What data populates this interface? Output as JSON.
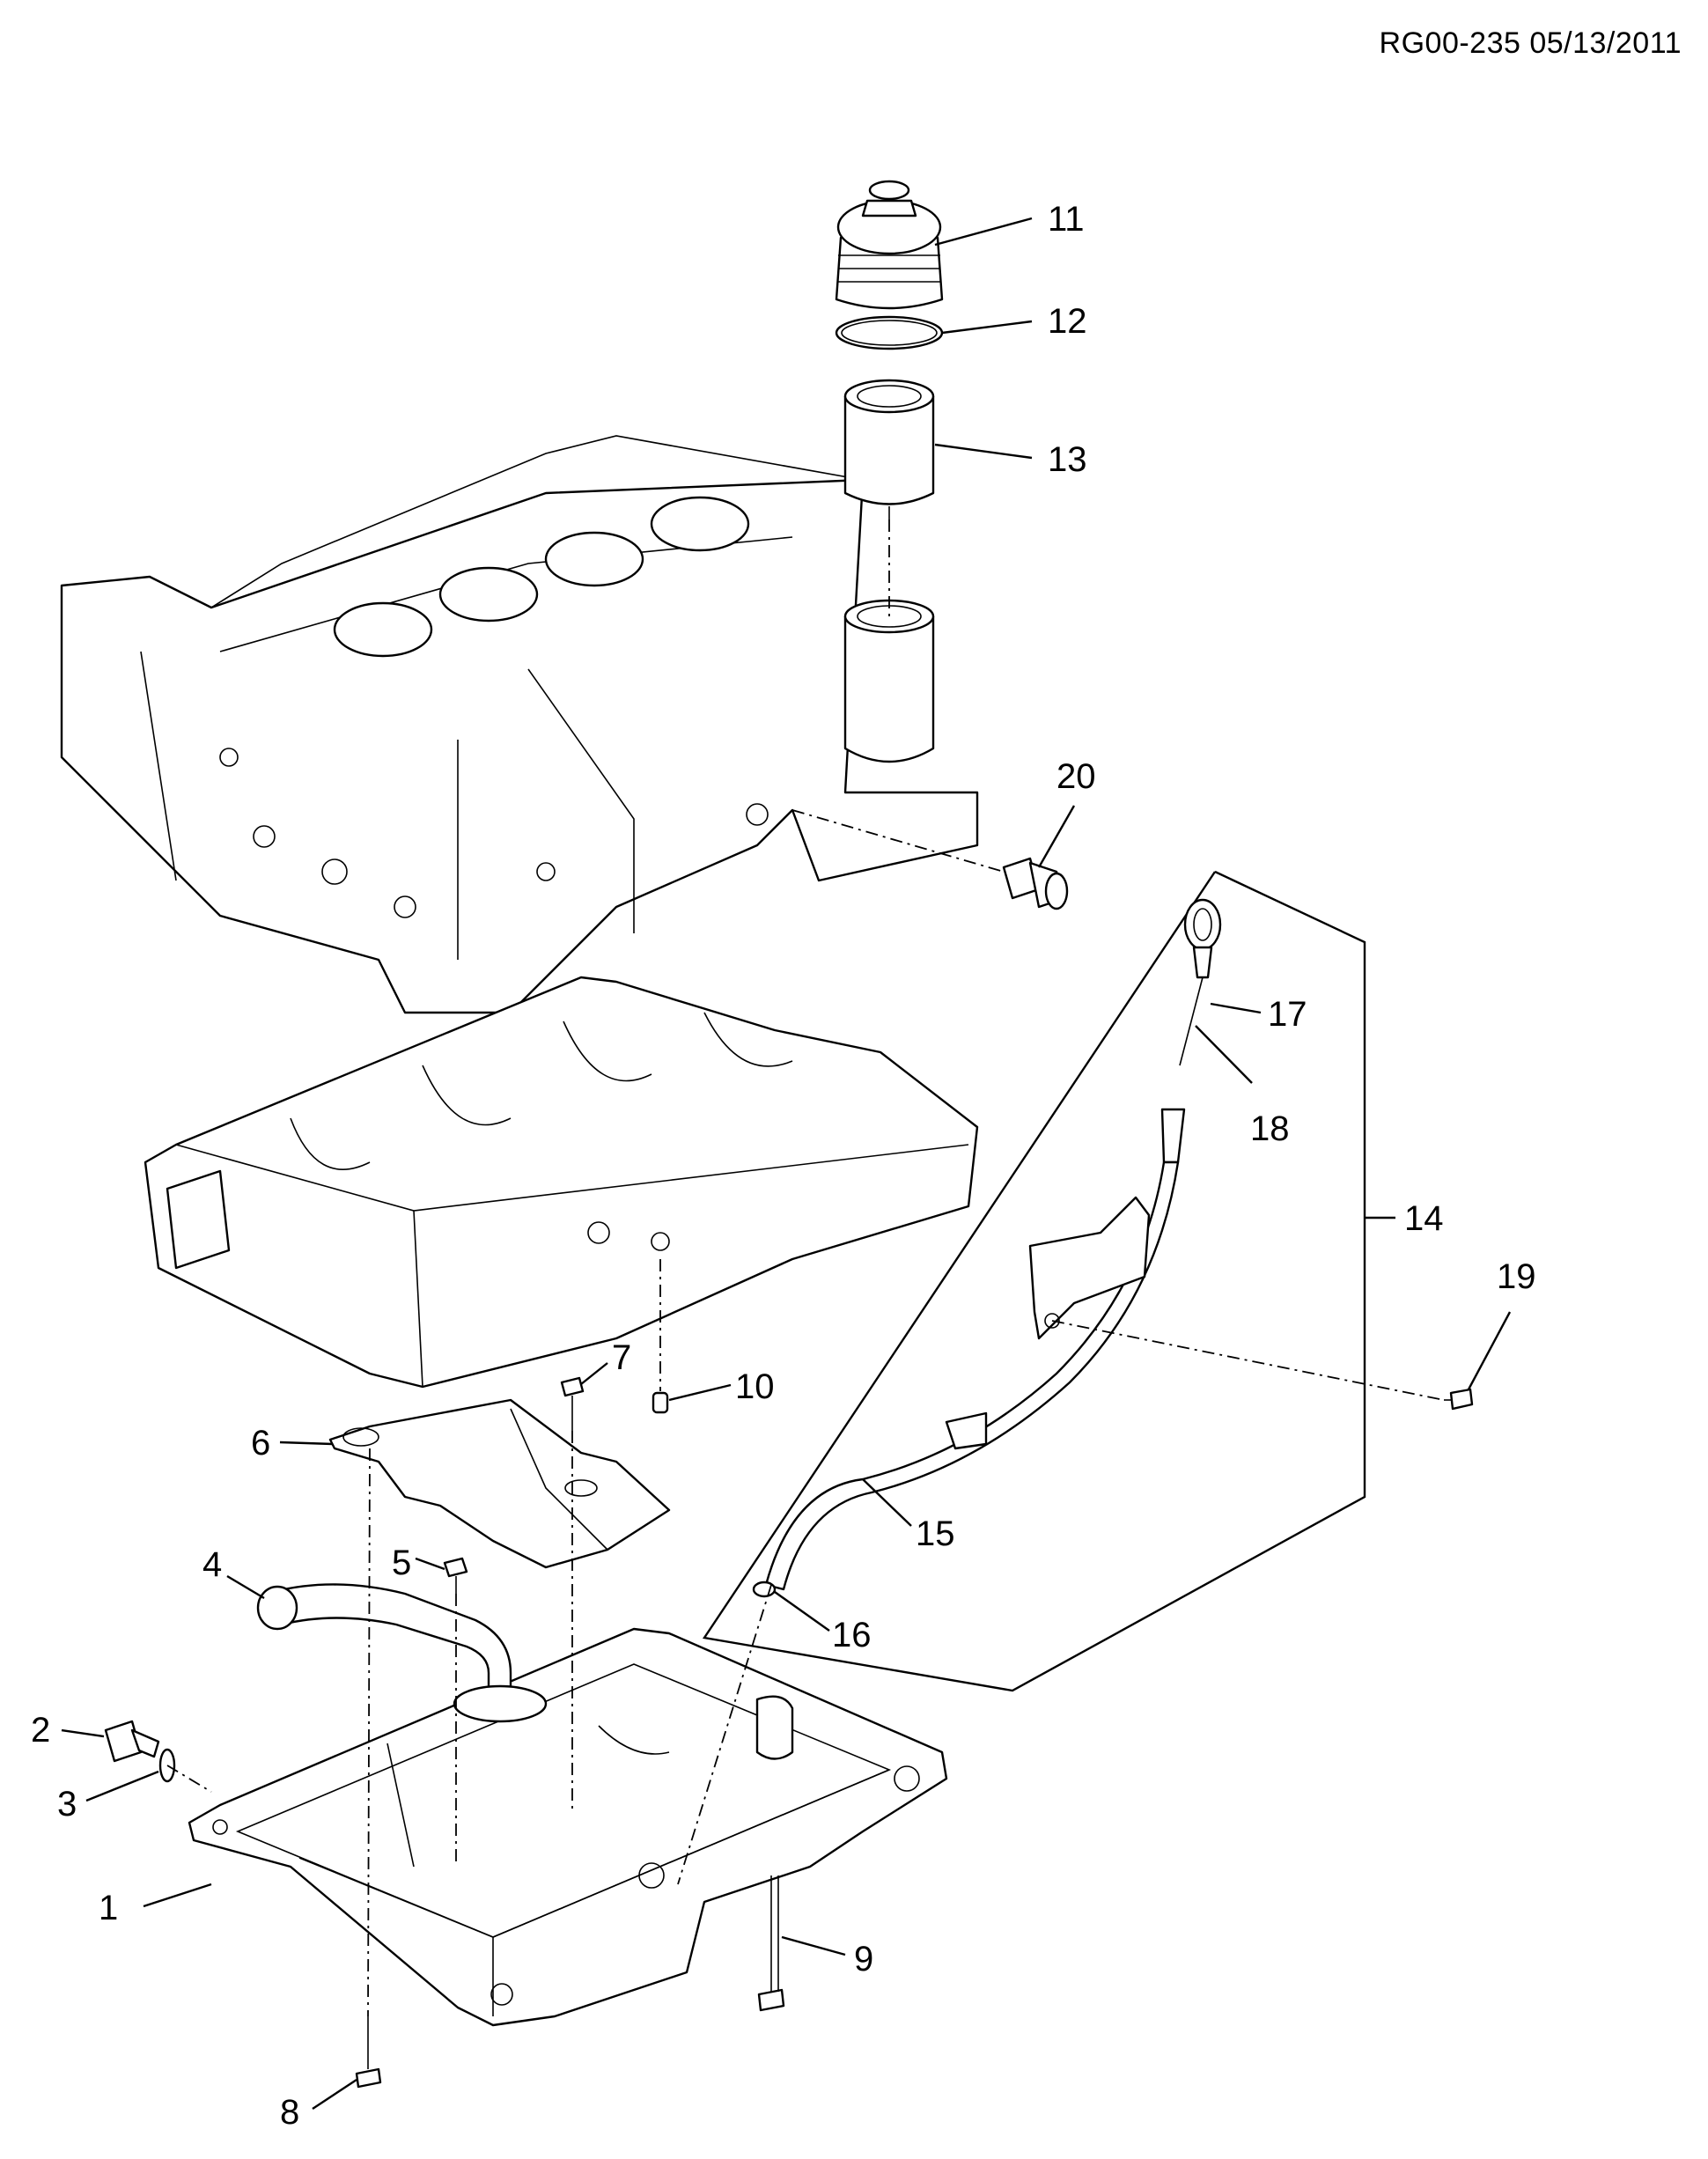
{
  "doc_id": "RG00-235 05/13/2011",
  "callouts": [
    {
      "num": "1"
    },
    {
      "num": "2"
    },
    {
      "num": "3"
    },
    {
      "num": "4"
    },
    {
      "num": "5"
    },
    {
      "num": "6"
    },
    {
      "num": "7"
    },
    {
      "num": "8"
    },
    {
      "num": "9"
    },
    {
      "num": "10"
    },
    {
      "num": "11"
    },
    {
      "num": "12"
    },
    {
      "num": "13"
    },
    {
      "num": "14"
    },
    {
      "num": "15"
    },
    {
      "num": "16"
    },
    {
      "num": "17"
    },
    {
      "num": "18"
    },
    {
      "num": "19"
    },
    {
      "num": "20"
    }
  ]
}
